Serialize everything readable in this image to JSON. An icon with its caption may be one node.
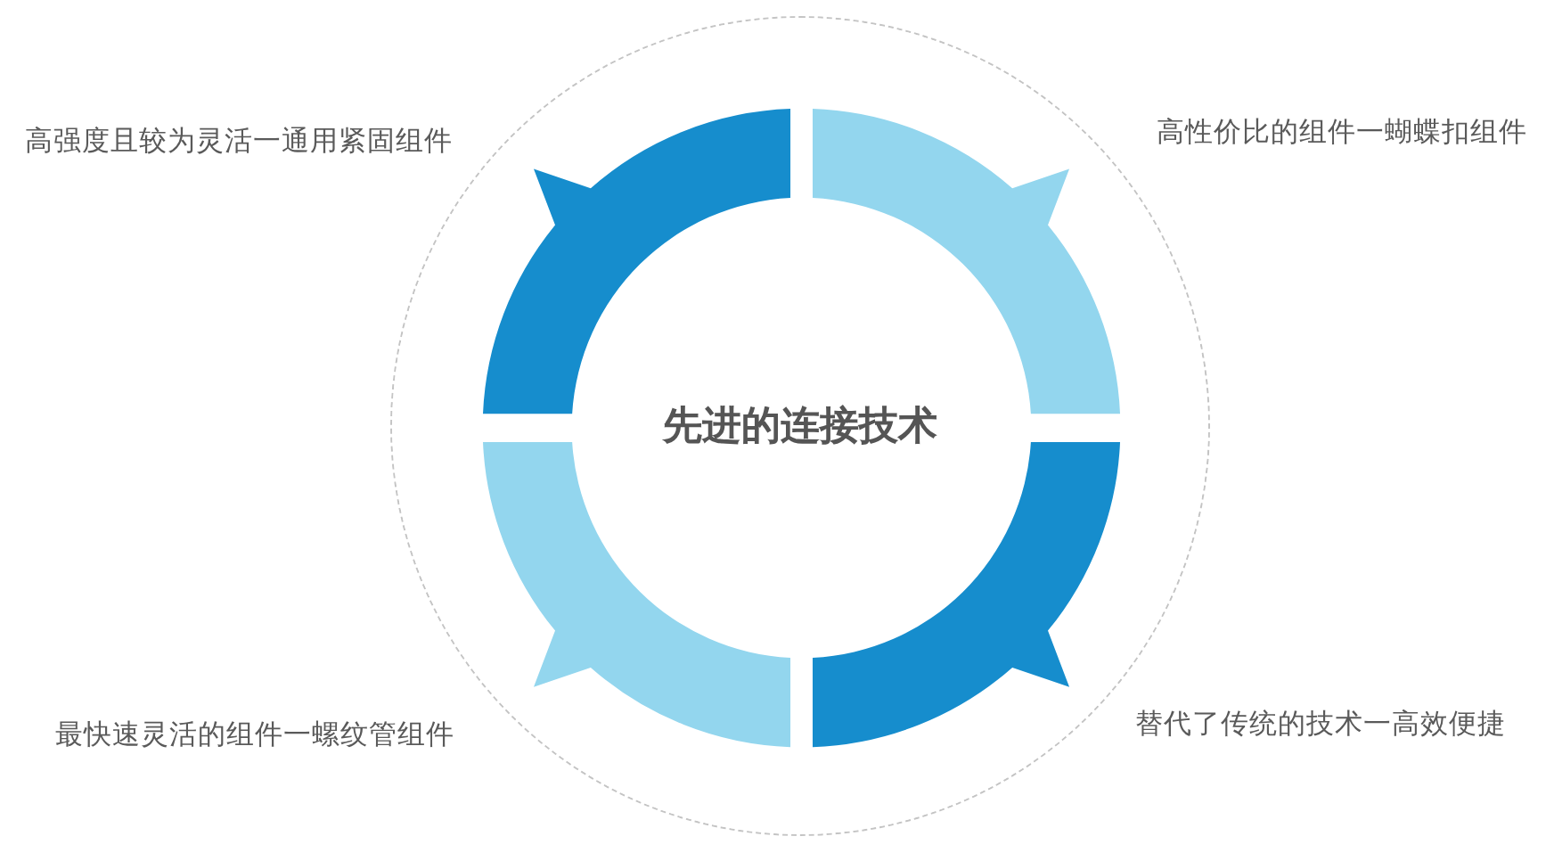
{
  "diagram": {
    "nodes": [
      {
        "text": [
          "先进的连接技术"
        ]
      },
      {
        "text": [],
        "shape": "arc",
        "in": 0,
        "beside": [
          "高强度且较为灵活一通用紧固组件"
        ]
      },
      {
        "text": [],
        "shape": "arc",
        "in": 0,
        "beside": [
          "高性价比的组件一蝴蝶扣组件"
        ]
      },
      {
        "text": [],
        "shape": "arc",
        "in": 0,
        "beside": [
          "最快速灵活的组件一螺纹管组件"
        ]
      },
      {
        "text": [],
        "shape": "arc",
        "in": 0,
        "beside": [
          "替代了传统的技术一高效便捷"
        ]
      }
    ]
  }
}
